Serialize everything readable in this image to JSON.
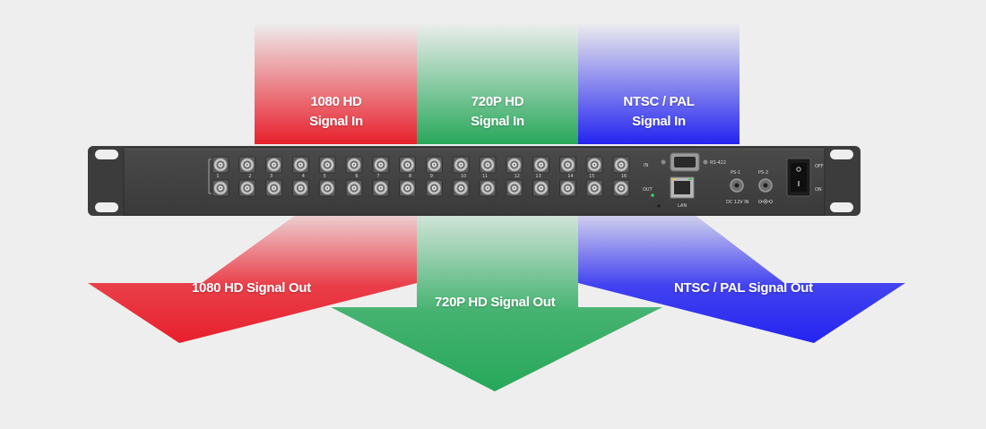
{
  "inputs": [
    {
      "line1": "1080 HD",
      "line2": "Signal In",
      "color": "#e8202c"
    },
    {
      "line1": "720P HD",
      "line2": "Signal In",
      "color": "#27a85a"
    },
    {
      "line1": "NTSC / PAL",
      "line2": "Signal In",
      "color": "#2424f0"
    }
  ],
  "outputs": [
    {
      "label": "1080 HD Signal Out",
      "color": "#e8202c"
    },
    {
      "label": "720P HD Signal Out",
      "color": "#27a85a"
    },
    {
      "label": "NTSC /  PAL Signal Out",
      "color": "#2424f0"
    }
  ],
  "device": {
    "row_in_label": "IN",
    "row_out_label": "OUT",
    "port_numbers": [
      "1",
      "2",
      "3",
      "4",
      "5",
      "6",
      "7",
      "8",
      "9",
      "10",
      "11",
      "12",
      "13",
      "14",
      "15",
      "16"
    ],
    "rs422_label": "RS-422",
    "lan_label": "LAN",
    "ps1_label": "PS-1",
    "ps2_label": "PS-2",
    "dc_label": "DC 12V IN",
    "switch_off_label": "OFF",
    "switch_on_label": "ON"
  }
}
